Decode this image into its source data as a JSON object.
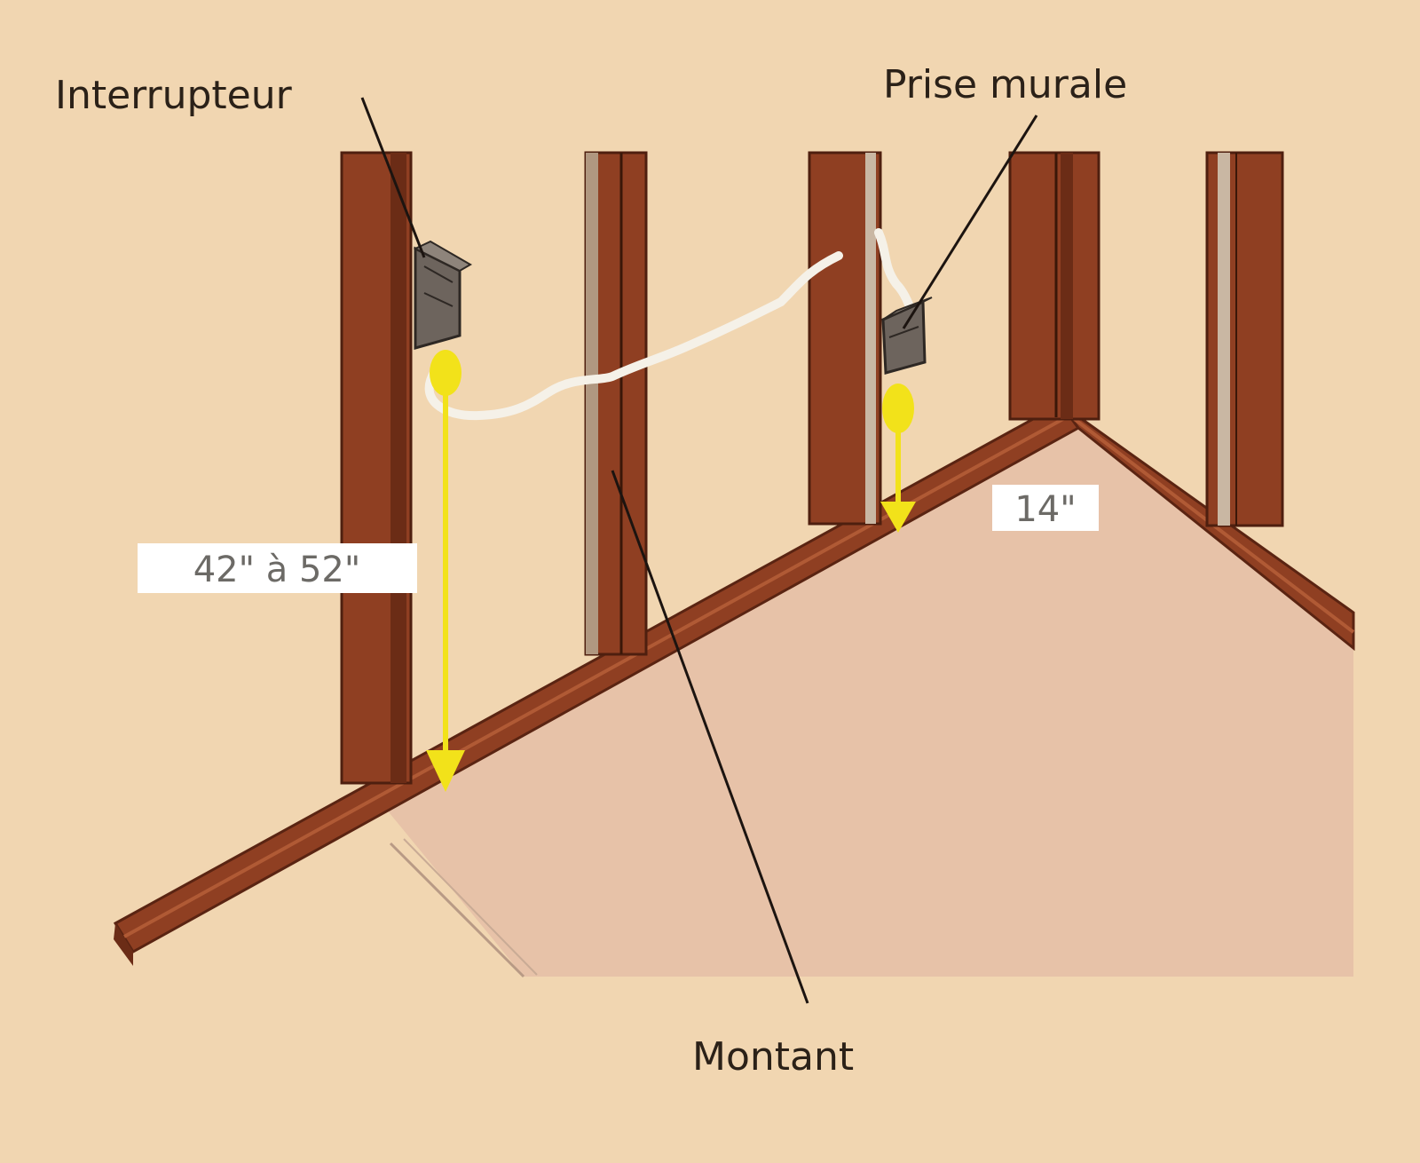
{
  "labels": {
    "switch": "Interrupteur",
    "outlet": "Prise murale",
    "stud": "Montant"
  },
  "measurements": {
    "switch_height": "42\" à 52\"",
    "outlet_height": "14\""
  },
  "colors": {
    "background": "#f1d6b1",
    "floor": "#e7c2a8",
    "wood": "#8f3f22",
    "wood_dark": "#6b2c16",
    "wood_light": "#b05a35",
    "guide": "#f2e21a",
    "wire": "#f5f1e8",
    "leader": "#1c1410"
  }
}
